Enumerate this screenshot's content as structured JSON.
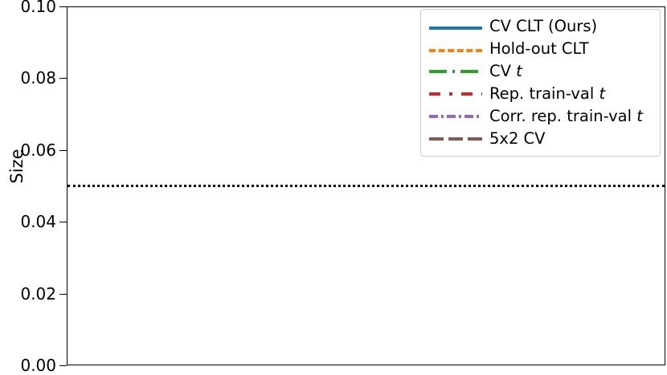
{
  "chart_data": {
    "type": "line",
    "title": "",
    "xlabel": "",
    "ylabel": "Size",
    "ylim": [
      0.0,
      0.1
    ],
    "yticks": [
      "0.00",
      "0.02",
      "0.04",
      "0.06",
      "0.08",
      "0.10"
    ],
    "ytick_values": [
      0.0,
      0.02,
      0.04,
      0.06,
      0.08,
      0.1
    ],
    "xticks": [],
    "xtick_values": [],
    "grid": false,
    "legend_position": "upper right",
    "annotations": [
      {
        "name": "nominal-level-line",
        "kind": "horizontal-reference-line",
        "value": 0.05,
        "color": "#000000",
        "linestyle": "dotted"
      }
    ],
    "series": [
      {
        "name": "CV CLT (Ours)",
        "color": "#1f77b4",
        "linestyle": "solid",
        "values": []
      },
      {
        "name": "Hold-out CLT",
        "color": "#ff7f0e",
        "linestyle": "dashed",
        "values": []
      },
      {
        "name": "CV t",
        "color": "#2ca02c",
        "linestyle": "dashdot",
        "values": []
      },
      {
        "name": "Rep. train-val t",
        "color": "#d62728",
        "linestyle": "dashdot-wide",
        "values": []
      },
      {
        "name": "Corr. rep. train-val t",
        "color": "#9467bd",
        "linestyle": "dashdotdot",
        "values": []
      },
      {
        "name": "5x2 CV",
        "color": "#8c564b",
        "linestyle": "dashed-long",
        "values": []
      }
    ]
  },
  "axis": {
    "ylabel": "Size",
    "yticklabels": [
      "0.10",
      "0.08",
      "0.06",
      "0.04",
      "0.02",
      "0.00"
    ]
  },
  "legend": {
    "entries": [
      {
        "label_main": "CV CLT (Ours)",
        "label_italic": ""
      },
      {
        "label_main": "Hold-out CLT",
        "label_italic": ""
      },
      {
        "label_main": "CV ",
        "label_italic": "t"
      },
      {
        "label_main": "Rep. train-val ",
        "label_italic": "t"
      },
      {
        "label_main": "Corr. rep. train-val ",
        "label_italic": "t"
      },
      {
        "label_main": "5x2 CV",
        "label_italic": ""
      }
    ]
  },
  "colors": {
    "series_1": "#1f77b4",
    "series_2": "#ff7f0e",
    "series_3": "#2ca02c",
    "series_4": "#d62728",
    "series_5": "#9467bd",
    "series_6": "#8c564b",
    "reference_line": "#000000",
    "axis": "#000000",
    "background": "#ffffff"
  }
}
